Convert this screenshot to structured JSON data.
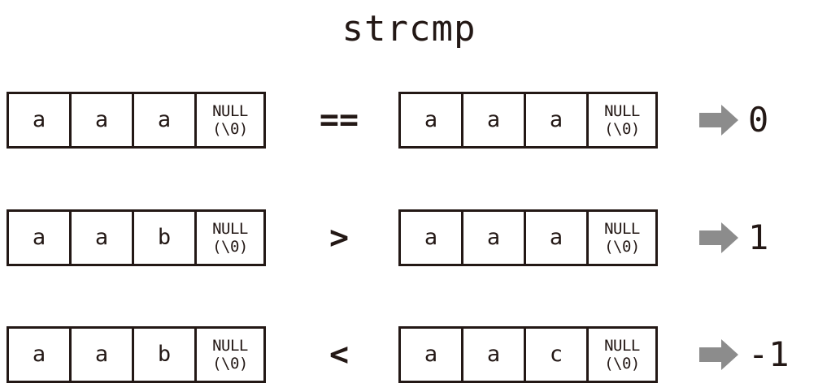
{
  "title": "strcmp",
  "colors": {
    "ink": "#231815",
    "arrow": "#8c8c8c",
    "background": "#ffffff"
  },
  "null_cell": {
    "line1": "NULL",
    "line2": "(\\0)"
  },
  "rows": [
    {
      "left": {
        "chars": [
          "a",
          "a",
          "a"
        ],
        "terminator_line1": "NULL",
        "terminator_line2": "(\\0)"
      },
      "operator": "==",
      "right": {
        "chars": [
          "a",
          "a",
          "a"
        ],
        "terminator_line1": "NULL",
        "terminator_line2": "(\\0)"
      },
      "arrow": "right-arrow-icon",
      "result": "0"
    },
    {
      "left": {
        "chars": [
          "a",
          "a",
          "b"
        ],
        "terminator_line1": "NULL",
        "terminator_line2": "(\\0)"
      },
      "operator": ">",
      "right": {
        "chars": [
          "a",
          "a",
          "a"
        ],
        "terminator_line1": "NULL",
        "terminator_line2": "(\\0)"
      },
      "arrow": "right-arrow-icon",
      "result": "1"
    },
    {
      "left": {
        "chars": [
          "a",
          "a",
          "b"
        ],
        "terminator_line1": "NULL",
        "terminator_line2": "(\\0)"
      },
      "operator": "<",
      "right": {
        "chars": [
          "a",
          "a",
          "c"
        ],
        "terminator_line1": "NULL",
        "terminator_line2": "(\\0)"
      },
      "arrow": "right-arrow-icon",
      "result": "-1"
    }
  ]
}
